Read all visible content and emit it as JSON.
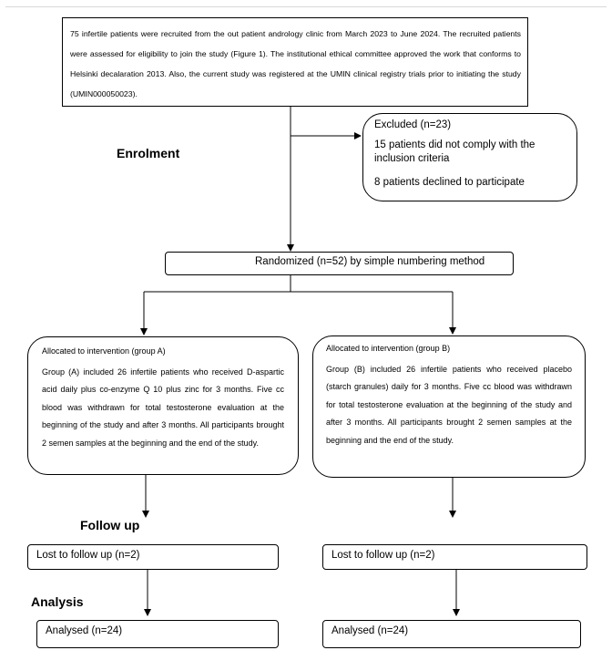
{
  "recruitment": {
    "text": "75 infertile patients were recruited from the out patient andrology clinic from March 2023 to June 2024. The recruited patients were assessed for eligibility to join the study (Figure 1). The institutional ethical committee approved the work that conforms to Helsinki decalaration 2013. Also, the current study was registered at the UMIN clinical registry trials prior to initiating the study (UMIN000050023)."
  },
  "stages": {
    "enrolment": "Enrolment",
    "follow_up": "Follow up",
    "analysis": "Analysis"
  },
  "excluded": {
    "title": "Excluded (n=23)",
    "reason_1": "15 patients did not comply with the inclusion criteria",
    "reason_2": "8 patients declined to participate"
  },
  "randomized": {
    "text": "Randomized (n=52) by simple numbering method"
  },
  "group_a": {
    "title": "Allocated to intervention (group A)",
    "description": "Group (A) included 26 infertile patients who received D-aspartic acid daily plus co-enzyme Q 10 plus zinc for 3 months. Five cc blood was withdrawn for total testosterone evaluation at the beginning of the study and after 3 months. All participants brought 2 semen samples at the beginning and the end of the study.",
    "lost": "Lost to follow up (n=2)",
    "analysed": "Analysed (n=24)"
  },
  "group_b": {
    "title": "Allocated to intervention (group B)",
    "description": "Group (B) included 26 infertile patients who received placebo (starch granules) daily for 3 months. Five cc blood was withdrawn for total testosterone evaluation at the beginning of the study and after 3 months. All participants brought 2 semen samples at the beginning and the end of the study.",
    "lost": "Lost to follow up (n=2)",
    "analysed": "Analysed (n=24)"
  }
}
